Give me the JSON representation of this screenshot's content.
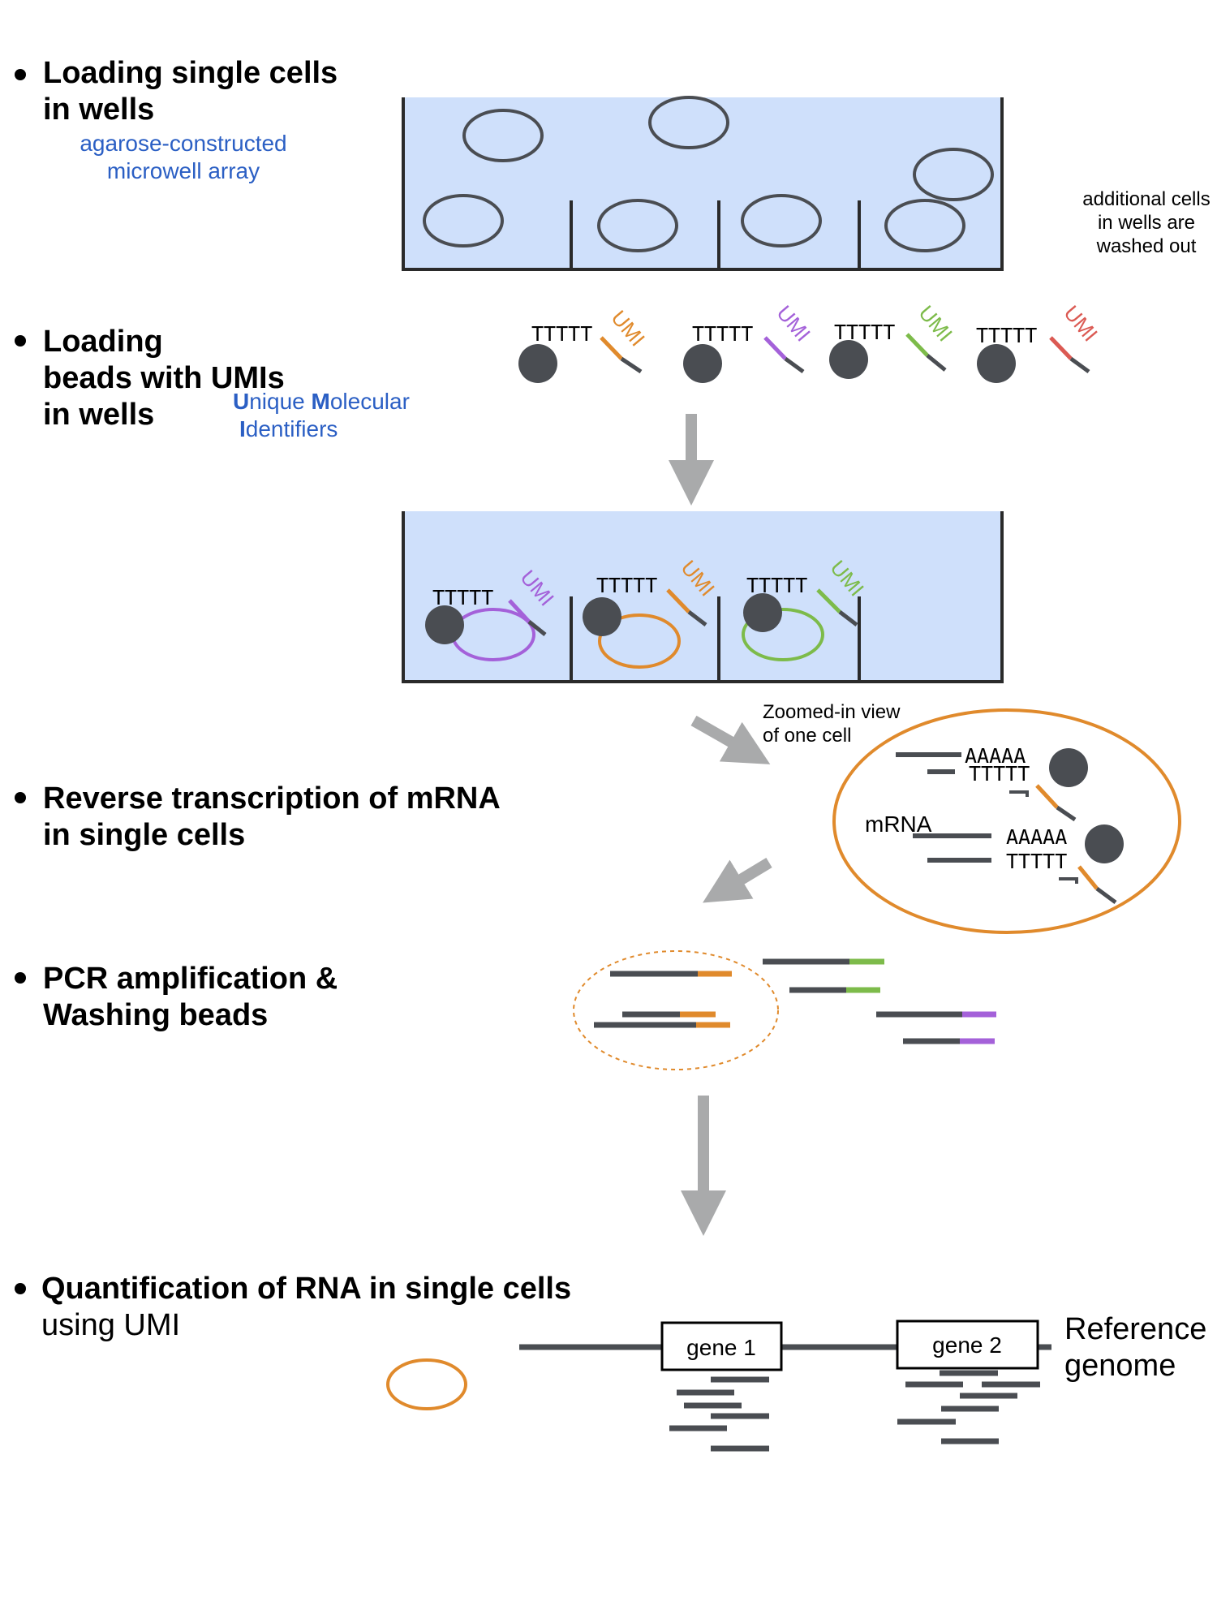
{
  "colors": {
    "well_fill": "#cfe0fb",
    "dark": "#4a4d52",
    "arrow": "#a9aaab",
    "orange": "#e08a2c",
    "purple": "#a461d9",
    "green": "#7dbb4a",
    "red": "#db5a53",
    "blue_text": "#2b5fc4"
  },
  "steps": {
    "s1_line1": "Loading single cells",
    "s1_line2": "in wells",
    "s2_line1": "Loading",
    "s2_line2": "beads with UMIs",
    "s2_line3": "in wells",
    "s3_line1": "Reverse transcription of mRNA",
    "s3_line2": "in single cells",
    "s4_line1": "PCR amplification &",
    "s4_line2": "Washing beads",
    "s5_line1": "Quantification of RNA in single cells",
    "s5_line2": "using UMI"
  },
  "notes": {
    "microwell_line1": "agarose-constructed",
    "microwell_line2": "microwell array",
    "umi_def_U": "U",
    "umi_def_rest1": "nique ",
    "umi_def_M": "M",
    "umi_def_rest2": "olecular",
    "umi_def_I": "I",
    "umi_def_rest3": "dentifiers",
    "washed_line1": "additional cells",
    "washed_line2": "in wells are",
    "washed_line3": "washed out",
    "zoom_line1": "Zoomed-in view",
    "zoom_line2": "of one cell"
  },
  "labels": {
    "polyT": "TTTTT",
    "polyA": "AAAAA",
    "umi": "UMI",
    "mrna": "mRNA",
    "gene1": "gene 1",
    "gene2": "gene 2",
    "ref_line1": "Reference",
    "ref_line2": "genome"
  }
}
